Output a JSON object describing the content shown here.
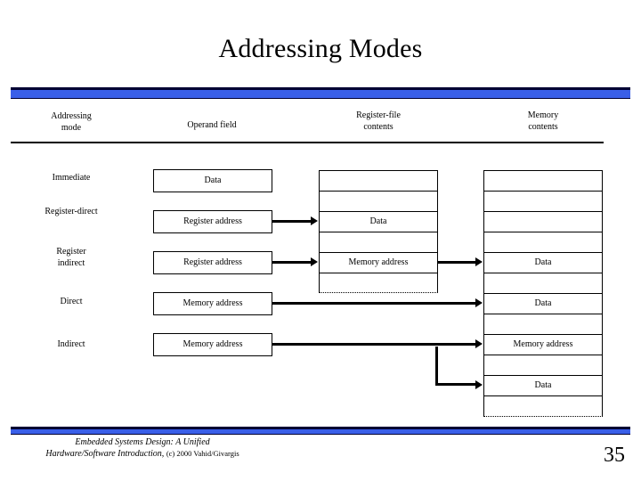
{
  "slide": {
    "title": "Addressing Modes",
    "page_number": "35",
    "accent_color": "#3a5fe8",
    "border_color": "#000033",
    "footer": {
      "line1": "Embedded Systems Design: A Unified",
      "line2": "Hardware/Software Introduction,",
      "line2_small": "(c) 2000 Vahid/Givargis"
    }
  },
  "headers": {
    "addressing_mode_l1": "Addressing",
    "addressing_mode_l2": "mode",
    "operand_field": "Operand field",
    "register_file_l1": "Register-file",
    "register_file_l2": "contents",
    "memory_l1": "Memory",
    "memory_l2": "contents"
  },
  "rows": [
    {
      "mode_l1": "Immediate",
      "mode_l2": "",
      "operand": "Data"
    },
    {
      "mode_l1": "Register-direct",
      "mode_l2": "",
      "operand": "Register address"
    },
    {
      "mode_l1": "Register",
      "mode_l2": "indirect",
      "operand": "Register address"
    },
    {
      "mode_l1": "Direct",
      "mode_l2": "",
      "operand": "Memory address"
    },
    {
      "mode_l1": "Indirect",
      "mode_l2": "",
      "operand": "Memory address"
    }
  ],
  "register_file_cells": [
    "",
    "",
    "Data",
    "",
    "Memory address",
    ""
  ],
  "memory_cells": [
    "",
    "",
    "",
    "",
    "Data",
    "",
    "Data",
    "",
    "Memory address",
    "",
    "Data",
    ""
  ]
}
